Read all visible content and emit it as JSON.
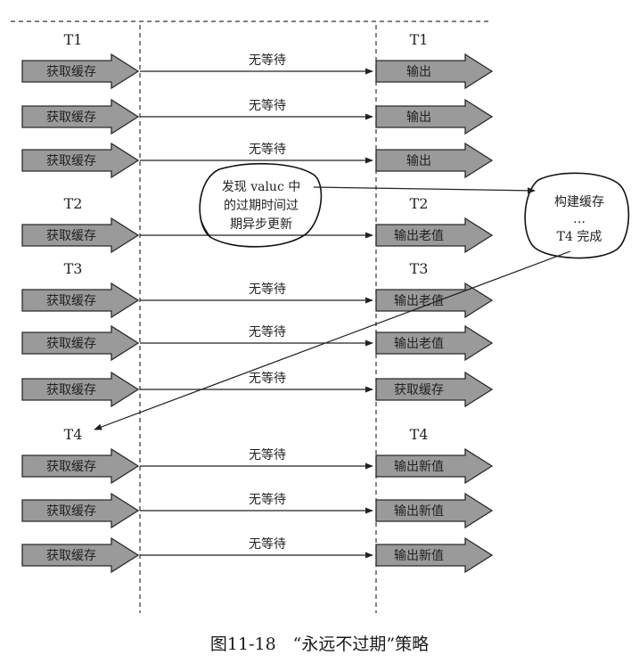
{
  "caption": "图11-18　“永远不过期”策略",
  "rows": [
    {
      "left_thread": "T1",
      "left": "获取缓存",
      "wait": "无等待",
      "right_thread": "T1",
      "right": "输出"
    },
    {
      "left_thread": "",
      "left": "获取缓存",
      "wait": "无等待",
      "right_thread": "",
      "right": "输出"
    },
    {
      "left_thread": "",
      "left": "获取缓存",
      "wait": "无等待",
      "right_thread": "",
      "right": "输出"
    },
    {
      "left_thread": "T2",
      "left": "获取缓存",
      "wait": "",
      "right_thread": "T2",
      "right": "输出老值"
    },
    {
      "left_thread": "T3",
      "left": "获取缓存",
      "wait": "无等待",
      "right_thread": "T3",
      "right": "输出老值"
    },
    {
      "left_thread": "",
      "left": "获取缓存",
      "wait": "无等待",
      "right_thread": "",
      "right": "输出老值"
    },
    {
      "left_thread": "",
      "left": "获取缓存",
      "wait": "无等待",
      "right_thread": "",
      "right": "获取缓存"
    },
    {
      "left_thread": "T4",
      "left": "获取缓存",
      "wait": "无等待",
      "right_thread": "T4",
      "right": "输出新值"
    },
    {
      "left_thread": "",
      "left": "获取缓存",
      "wait": "无等待",
      "right_thread": "",
      "right": "输出新值"
    },
    {
      "left_thread": "",
      "left": "获取缓存",
      "wait": "无等待",
      "right_thread": "",
      "right": "输出新值"
    }
  ],
  "note_expired": [
    "发现 valuc 中",
    "的过期时间过",
    "期异步更新"
  ],
  "note_rebuild": [
    "构建缓存",
    "…",
    "T4 完成"
  ],
  "colors": {
    "arrow_fill": "#9a9a9a",
    "stroke": "#2a2a2a"
  }
}
